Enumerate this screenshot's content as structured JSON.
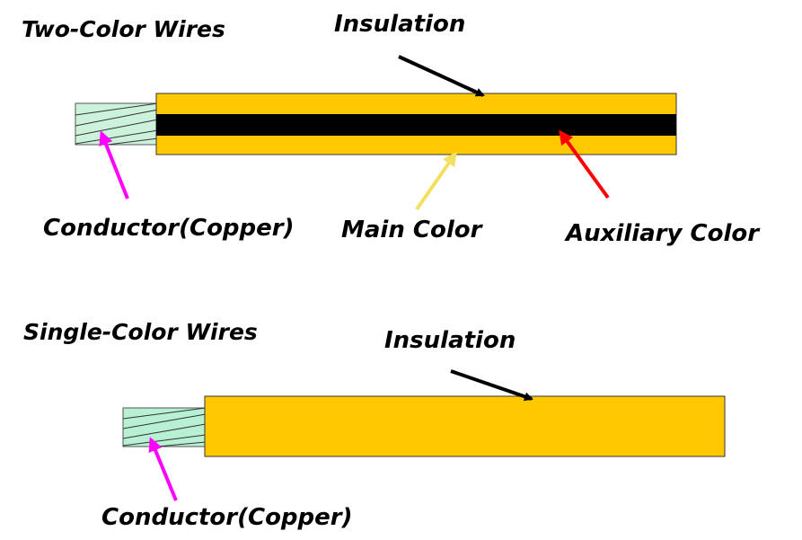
{
  "two_color": {
    "title": "Two-Color Wires",
    "insulation_label": "Insulation",
    "conductor_label": "Conductor(Copper)",
    "main_color_label": "Main Color",
    "auxiliary_color_label": "Auxiliary Color"
  },
  "single_color": {
    "title": "Single-Color Wires",
    "insulation_label": "Insulation",
    "conductor_label": "Conductor(Copper)"
  },
  "colors": {
    "insulation_yellow": "#ffc800",
    "stripe_black": "#000000",
    "conductor_green": "#ccf2dc",
    "single_conductor_green": "#b8f0d4",
    "arrow_insulation": "#000000",
    "arrow_conductor": "#ff00ff",
    "arrow_main_color": "#f2e060",
    "arrow_auxiliary": "#ff0000"
  }
}
